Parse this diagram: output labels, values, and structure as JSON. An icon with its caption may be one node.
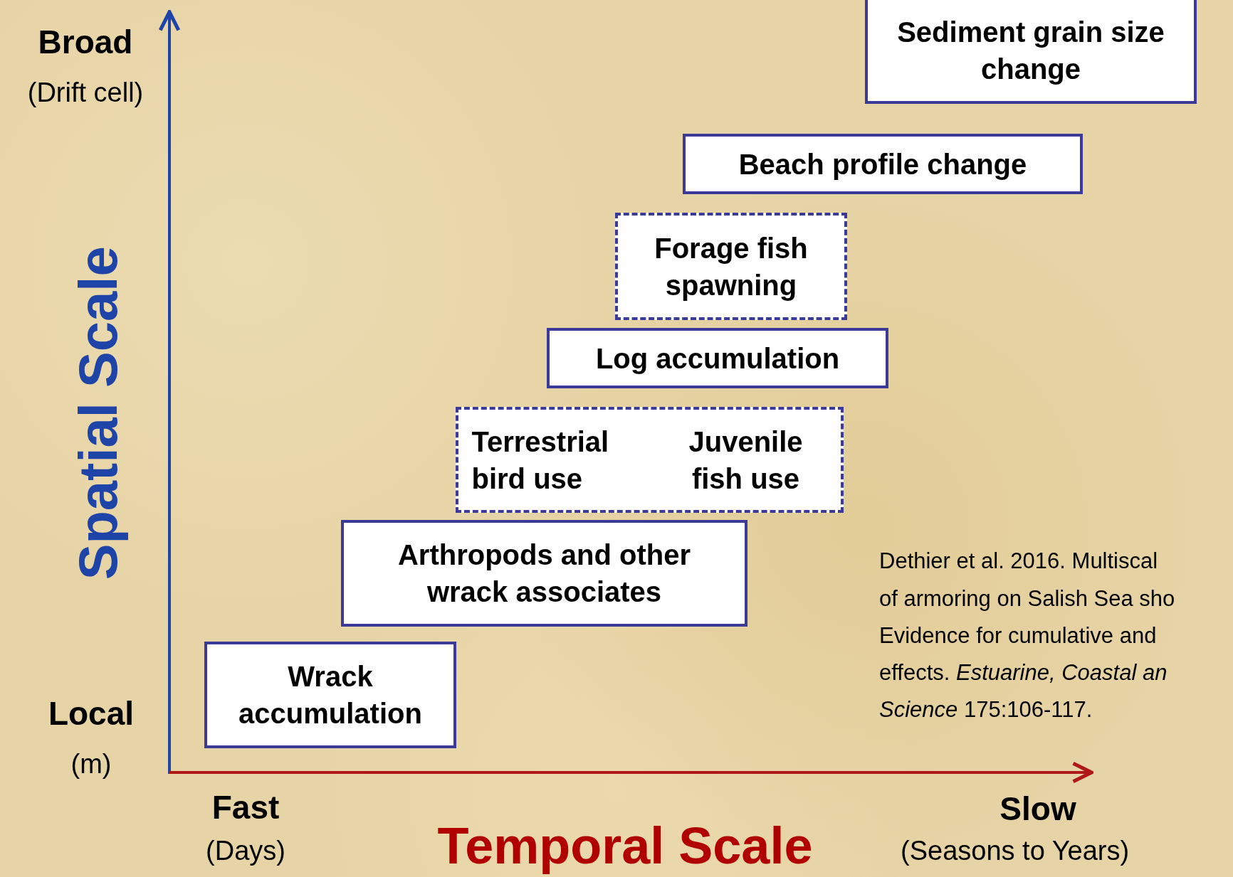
{
  "diagram": {
    "nodes": [
      {
        "text": [
          "Sediment grain size change"
        ]
      },
      {
        "text": [
          "Beach profile change"
        ]
      },
      {
        "text": [
          "Forage fish spawning"
        ]
      },
      {
        "text": [
          "Log accumulation"
        ]
      },
      {
        "text": [
          "Terrestrial bird use",
          "Juvenile fish use"
        ]
      },
      {
        "text": [
          "Arthropods and other wrack associates"
        ]
      },
      {
        "text": [
          "Wrack accumulation"
        ]
      }
    ],
    "labels": [
      "Broad",
      "(Drift cell)",
      "Spatial Scale",
      "Local",
      "(m)",
      "Fast",
      "(Days)",
      "Temporal Scale",
      "Slow",
      "(Seasons to Years)",
      "Dethier et al. 2016. Multiscal",
      "of armoring on Salish Sea sho",
      "Evidence for cumulative and",
      "effects. *Estuarine, Coastal an*",
      "*Science* 175:106-117."
    ]
  }
}
